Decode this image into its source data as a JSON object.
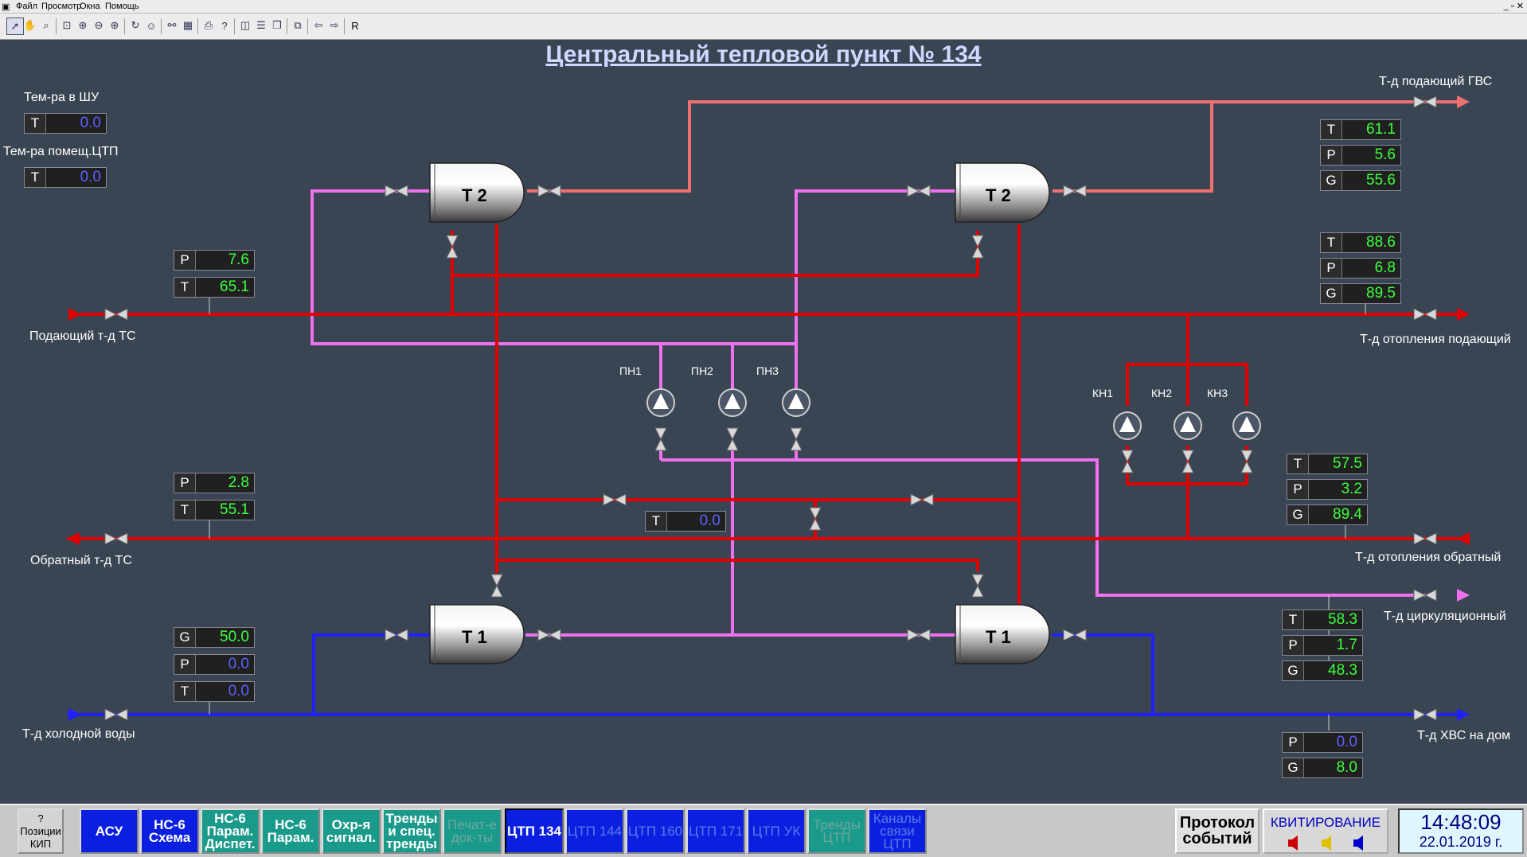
{
  "menu": {
    "file": "Файл",
    "view": "Просмотр",
    "windows": "Окна",
    "help": "Помощь"
  },
  "toolbar": {
    "r_label": "R"
  },
  "title": "Центральный тепловой пункт № 134",
  "labels": {
    "temp_shu": "Тем-ра в ШУ",
    "temp_room": "Тем-ра помещ.ЦТП",
    "supply_ts": "Подающий т-д ТС",
    "return_ts": "Обратный т-д ТС",
    "cold_water": "Т-д холодной воды",
    "gvs_supply": "Т-д подающий ГВС",
    "heat_supply": "Т-д отопления подающий",
    "heat_return": "Т-д отопления обратный",
    "circ": "Т-д циркуляционный",
    "hvs_house": "Т-д ХВС на дом"
  },
  "exchangers": {
    "t2": "Т 2",
    "t1": "Т 1"
  },
  "pumps": {
    "pn1": "ПН1",
    "pn2": "ПН2",
    "pn3": "ПН3",
    "kn1": "КН1",
    "kn2": "КН2",
    "kn3": "КН3"
  },
  "meters": {
    "shu_t": {
      "k": "T",
      "v": "0.0"
    },
    "room_t": {
      "k": "T",
      "v": "0.0"
    },
    "sup_p": {
      "k": "P",
      "v": "7.6"
    },
    "sup_t": {
      "k": "T",
      "v": "65.1"
    },
    "ret_p": {
      "k": "P",
      "v": "2.8"
    },
    "ret_t": {
      "k": "T",
      "v": "55.1"
    },
    "cw_g": {
      "k": "G",
      "v": "50.0"
    },
    "cw_p": {
      "k": "P",
      "v": "0.0"
    },
    "cw_t": {
      "k": "T",
      "v": "0.0"
    },
    "mid_t": {
      "k": "T",
      "v": "0.0"
    },
    "gvs_t": {
      "k": "T",
      "v": "61.1"
    },
    "gvs_p": {
      "k": "P",
      "v": "5.6"
    },
    "gvs_g": {
      "k": "G",
      "v": "55.6"
    },
    "hs_t": {
      "k": "T",
      "v": "88.6"
    },
    "hs_p": {
      "k": "P",
      "v": "6.8"
    },
    "hs_g": {
      "k": "G",
      "v": "89.5"
    },
    "hr_t": {
      "k": "T",
      "v": "57.5"
    },
    "hr_p": {
      "k": "P",
      "v": "3.2"
    },
    "hr_g": {
      "k": "G",
      "v": "89.4"
    },
    "circ_t": {
      "k": "T",
      "v": "58.3"
    },
    "circ_p": {
      "k": "P",
      "v": "1.7"
    },
    "circ_g": {
      "k": "G",
      "v": "48.3"
    },
    "hvs_p": {
      "k": "P",
      "v": "0.0"
    },
    "hvs_g": {
      "k": "G",
      "v": "8.0"
    }
  },
  "nav": {
    "kip": "? Позиции КИП",
    "asu": "АСУ",
    "ns6_scheme": "НС-6 Схема",
    "ns6_param_disp": "НС-6 Парам. Диспет.",
    "ns6_param": "НС-6 Парам.",
    "guard": "Охр-я сигнал.",
    "trends_special": "Тренды и спец. тренды",
    "print_docs": "Печат-е док-ты",
    "ctp134": "ЦТП 134",
    "ctp144": "ЦТП 144",
    "ctp160": "ЦТП 160",
    "ctp171": "ЦТП 171",
    "ctp_uk": "ЦТП УК",
    "trends_ctp": "Тренды ЦТП",
    "channels_ctp": "Каналы связи ЦТП"
  },
  "events_label": "Протокол событий",
  "ack_label": "КВИТИРОВАНИЕ",
  "clock": {
    "time": "14:48:09",
    "date": "22.01.2019 г."
  },
  "colors": {
    "hot": "#e00000",
    "gvs": "#f07070",
    "circulation": "#f070f0",
    "cold": "#2020ff",
    "value_green": "#3dff3d",
    "value_blue": "#5d60ff"
  }
}
